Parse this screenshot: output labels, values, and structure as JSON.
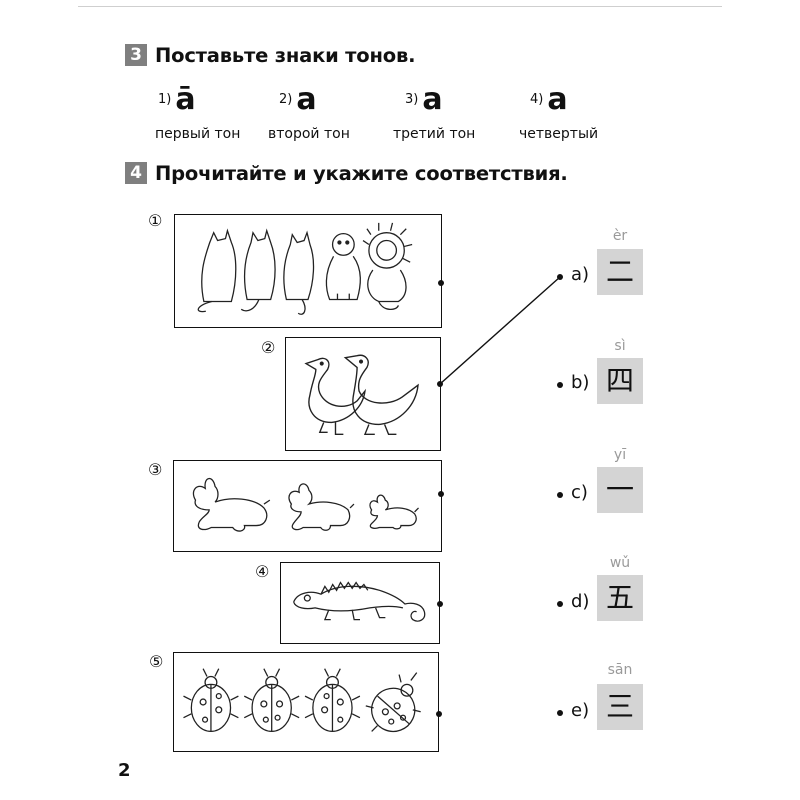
{
  "section3": {
    "number": "3",
    "title": "Поставьте знаки тонов.",
    "tones": [
      {
        "num": "1)",
        "letter": "ā",
        "name": "первый тон"
      },
      {
        "num": "2)",
        "letter": "a",
        "name": "второй тон"
      },
      {
        "num": "3)",
        "letter": "a",
        "name": "третий тон"
      },
      {
        "num": "4)",
        "letter": "a",
        "name": "четвертый"
      }
    ]
  },
  "section4": {
    "number": "4",
    "title": "Прочитайте и укажите соответствия.",
    "pictures": [
      {
        "num": "①",
        "icon": "five-animals-icon"
      },
      {
        "num": "②",
        "icon": "two-ducks-icon"
      },
      {
        "num": "③",
        "icon": "three-rabbits-icon"
      },
      {
        "num": "④",
        "icon": "lizard-icon"
      },
      {
        "num": "⑤",
        "icon": "four-ladybugs-icon"
      }
    ],
    "options": [
      {
        "label": "a)",
        "hanzi": "二",
        "pinyin": "èr"
      },
      {
        "label": "b)",
        "hanzi": "四",
        "pinyin": "sì"
      },
      {
        "label": "c)",
        "hanzi": "一",
        "pinyin": "yī"
      },
      {
        "label": "d)",
        "hanzi": "五",
        "pinyin": "wǔ"
      },
      {
        "label": "e)",
        "hanzi": "三",
        "pinyin": "sān"
      }
    ],
    "matches": [
      {
        "picture": 2,
        "option": "a"
      }
    ]
  },
  "page_number": "2"
}
